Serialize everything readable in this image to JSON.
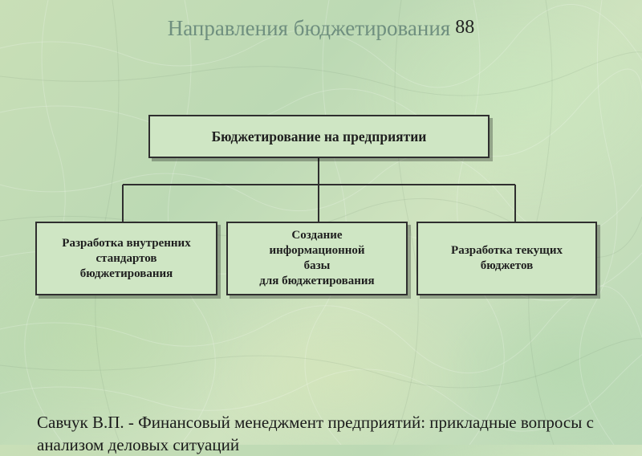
{
  "header": {
    "title": "Направления бюджетирования",
    "page_number": "88"
  },
  "diagram": {
    "root": "Бюджетирование на предприятии",
    "children": [
      "Разработка внутренних\nстандартов\nбюджетирования",
      "Создание\nинформационной\nбазы\nдля бюджетирования",
      "Разработка текущих\nбюджетов"
    ]
  },
  "footer": {
    "citation": "Савчук В.П. - Финансовый менеджмент предприятий: прикладные вопросы с анализом деловых ситуаций"
  },
  "colors": {
    "box_fill": "#cfe6c4",
    "box_border": "#2f2f2f",
    "title": "#6f8f7f"
  }
}
